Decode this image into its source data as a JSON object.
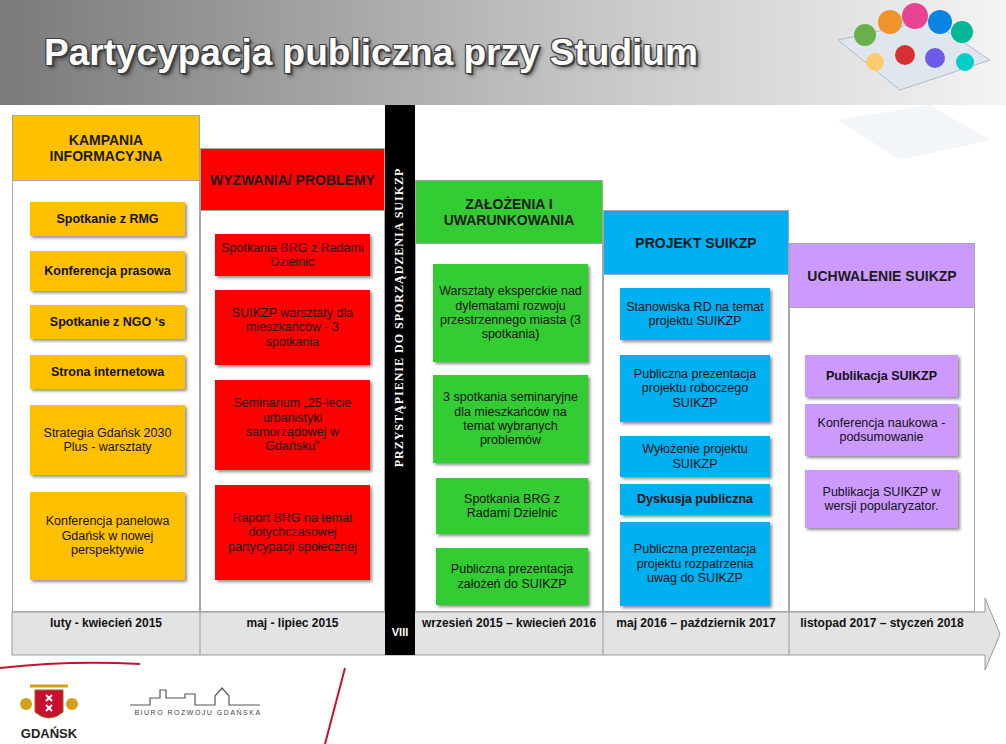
{
  "diagram": {
    "title": "Partycypacja publiczna przy Studium",
    "nodes": [
      {
        "text": [
          "KAMPANIA INFORMACYJNA"
        ]
      },
      {
        "text": [
          "Spotkanie z RMG"
        ],
        "in": 0
      },
      {
        "text": [
          "Konferencja prasowa"
        ],
        "in": 0
      },
      {
        "text": [
          "Spotkanie z NGO ‘s"
        ],
        "in": 0
      },
      {
        "text": [
          "Strona internetowa"
        ],
        "in": 0
      },
      {
        "text": [
          "Strategia Gdańsk 2030 Plus - warsztaty"
        ],
        "in": 0
      },
      {
        "text": [
          "Konferencja panelowa Gdańsk w nowej perspektywie"
        ],
        "in": 0
      },
      {
        "text": [
          "WYZWANIA/ PROBLEMY"
        ]
      },
      {
        "text": [
          "Spotkania BRG z Radami Dzielnic"
        ],
        "in": 7
      },
      {
        "text": [
          "SUIKZP warsztaty dla mieszkańców - 3 spotkania"
        ],
        "in": 7
      },
      {
        "text": [
          "Seminarium „25-lecie urbanistyki samorządowej w Gdańsku”"
        ],
        "in": 7
      },
      {
        "text": [
          "Raport BRG na temat dotychczasowej partycypacji społecznej"
        ],
        "in": 7
      },
      {
        "text": [
          "PRZYSTĄPIENIE DO SPORZĄDZENIA SUIKZP"
        ]
      },
      {
        "text": [
          "ZAŁOŻENIA I UWARUNKOWANIA"
        ]
      },
      {
        "text": [
          "Warsztaty eksperckie nad dylematami rozwoju przestrzennego miasta (3 spotkania)"
        ],
        "in": 13
      },
      {
        "text": [
          "3 spotkania seminaryjne dla mieszkańców na temat wybranych problemów"
        ],
        "in": 13
      },
      {
        "text": [
          "Spotkania BRG z Radami Dzielnic"
        ],
        "in": 13
      },
      {
        "text": [
          "Publiczna prezentacja założeń do SUIKZP"
        ],
        "in": 13
      },
      {
        "text": [
          "PROJEKT SUIKZP"
        ]
      },
      {
        "text": [
          "Stanowiska RD na temat projektu SUIKZP"
        ],
        "in": 18
      },
      {
        "text": [
          "Publiczna prezentacja projektu roboczego SUIKZP"
        ],
        "in": 18
      },
      {
        "text": [
          "Wyłożenie projektu SUIKZP"
        ],
        "in": 18
      },
      {
        "text": [
          "Dyskusja publiczna"
        ],
        "in": 18
      },
      {
        "text": [
          "Publiczna prezentacja projektu rozpatrzenia uwag do SUIKZP"
        ],
        "in": 18
      },
      {
        "text": [
          "UCHWALENIE SUIKZP"
        ]
      },
      {
        "text": [
          "Publikacja SUIKZP"
        ],
        "in": 24
      },
      {
        "text": [
          "Konferencja naukowa - podsumowanie"
        ],
        "in": 24
      },
      {
        "text": [
          "Publikacja SUIKZP w wersji popularyzator."
        ],
        "in": 24
      }
    ],
    "labels": [
      "luty - kwiecień 2015",
      "maj - lipiec 2015",
      "VIII",
      "wrzesień 2015 – kwiecień 2016",
      "maj 2016 – październik 2017",
      "listopad 2017 – styczeń 2018",
      "GDAŃSK",
      "BIURO ROZWOJU GDAŃSKA"
    ]
  }
}
